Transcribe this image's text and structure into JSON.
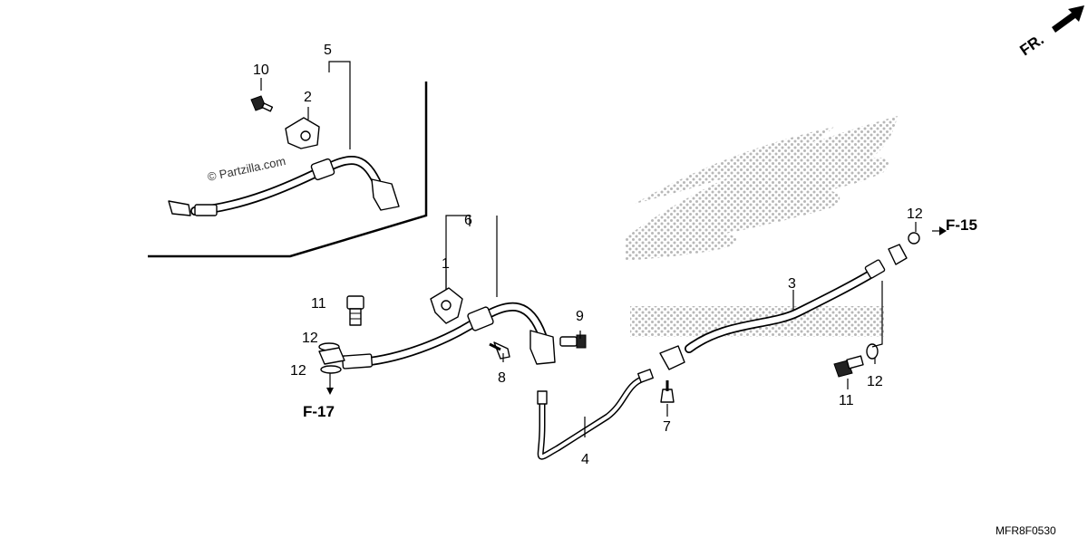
{
  "callouts": {
    "c1": "1",
    "c2": "2",
    "c3": "3",
    "c4": "4",
    "c5": "5",
    "c6": "6",
    "c7": "7",
    "c8": "8",
    "c9": "9",
    "c10": "10",
    "c11a": "11",
    "c11b": "11",
    "c12a": "12",
    "c12b": "12",
    "c12c": "12",
    "c12d": "12"
  },
  "refs": {
    "f15": "F-15",
    "f17": "F-17"
  },
  "direction": "FR.",
  "watermark": "© Partzilla.com",
  "diagram_code": "MFR8F0530",
  "colors": {
    "ink": "#000000",
    "paper": "#ffffff",
    "logo_dots": "#b8b8b8"
  }
}
